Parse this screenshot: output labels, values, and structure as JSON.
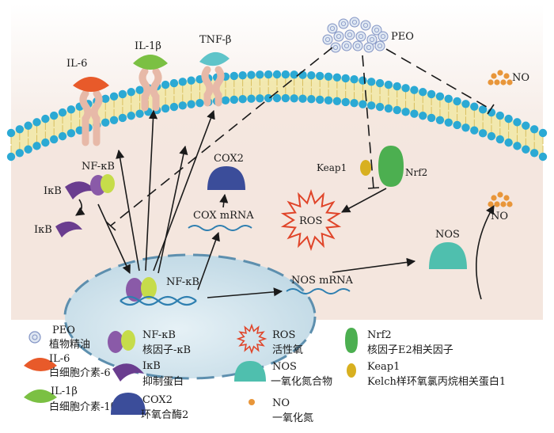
{
  "membrane_labels": {
    "il6": "IL-6",
    "il1b": "IL-1β",
    "tnfb": "TNF-β",
    "peo": "PEO",
    "no_top": "NO",
    "no_bottom": "NO",
    "nfkb_top": "NF-κB",
    "ikb_left": "IκB",
    "ikb_free": "IκB",
    "cox2": "COX2",
    "cox_mrna": "COX mRNA",
    "keap1": "Keap1",
    "nrf2": "Nrf2",
    "ros": "ROS",
    "nos": "NOS",
    "nfkb_nucleus": "NF-κB",
    "nos_mrna": "NOS mRNA"
  },
  "legend": [
    {
      "icon": "peo",
      "title": "PEO",
      "desc": "植物精油"
    },
    {
      "icon": "il6",
      "title": "IL-6",
      "desc": "白细胞介素-6"
    },
    {
      "icon": "il1b",
      "title": "IL-1β",
      "desc": "白细胞介素-1β"
    },
    {
      "icon": "nfkb",
      "title": "NF-κB",
      "desc": "核因子-κB"
    },
    {
      "icon": "ikb",
      "title": "IκB",
      "desc": "抑制蛋白"
    },
    {
      "icon": "cox2",
      "title": "COX2",
      "desc": "环氧合酶2"
    },
    {
      "icon": "ros",
      "title": "ROS",
      "desc": "活性氧"
    },
    {
      "icon": "nos",
      "title": "NOS",
      "desc": "一氧化氮合物"
    },
    {
      "icon": "no",
      "title": "NO",
      "desc": "一氧化氮"
    },
    {
      "icon": "nrf2",
      "title": "Nrf2",
      "desc": "核因子E2相关因子"
    },
    {
      "icon": "keap1",
      "title": "Keap1",
      "desc": "Kelch样环氧氯丙烷相关蛋白1"
    }
  ],
  "colors": {
    "membrane_head": "#2ba9d4",
    "membrane_tail": "#e8d98a",
    "cytoplasm": "#f6ece6",
    "nucleus": "#cfe3ec",
    "il6": "#e85a2a",
    "il1b": "#7bc043",
    "tnfb": "#5fc4c9",
    "nfkb_purple": "#8a5aa8",
    "nfkb_green": "#c6dc4a",
    "ikb": "#6a3d8f",
    "cox2": "#3b4d9a",
    "nos": "#4fbfae",
    "nrf2": "#4caf50",
    "keap1": "#d8b020",
    "ros": "#e0452a",
    "no": "#e8963a"
  }
}
